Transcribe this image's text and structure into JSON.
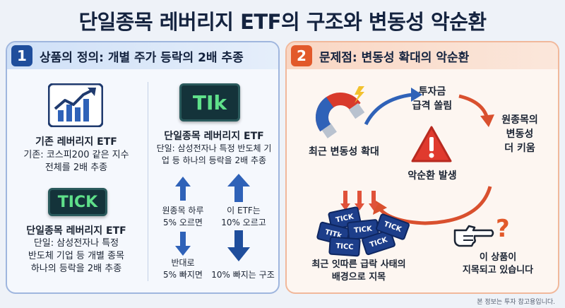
{
  "title": "단일종목 레버리지 ETF의 구조와 변동성 악순환",
  "left_panel": {
    "number": "1",
    "heading": "상품의 정의: 개별 주가 등락의 2배 추종",
    "existing": {
      "title": "기존 레버리지 ETF",
      "desc_line1": "기존: 코스피200 같은 지수",
      "desc_line2": "전체를 2배 추종"
    },
    "single_top": {
      "badge": "TIk",
      "title": "단일종목 레버리지 ETF",
      "desc_line1": "단일: 삼성전자나 특정 반도체 기",
      "desc_line2": "업 등 하나의 등락을 2배 추종"
    },
    "single_bottom": {
      "badge": "TICK",
      "title": "단일종목 레버리지 ETF",
      "desc_line1": "단일: 삼성전자나 특정",
      "desc_line2": "반도체 기업 등 개별 종목",
      "desc_line3": "하나의 등락을 2배 추종"
    },
    "mechanism": {
      "up_left_line1": "원종목 하루",
      "up_left_line2": "5% 오르면",
      "up_right_line1": "이 ETF는",
      "up_right_line2": "10% 오르고",
      "down_left_line1": "반대로",
      "down_left_line2": "5% 빠지면",
      "down_right": "10% 빠지는 구조"
    }
  },
  "right_panel": {
    "number": "2",
    "heading": "문제점: 변동성 확대의 악순환",
    "cycle": {
      "volatility": "최근 변동성 확대",
      "inflow_line1": "투자금",
      "inflow_line2": "급격 쏠림",
      "amplify_line1": "원종목의",
      "amplify_line2": "변동성",
      "amplify_line3": "더 키움",
      "center": "악순환 발생"
    },
    "cause_line1": "최근 잇따른 급락 사태의",
    "cause_line2": "배경으로 지목",
    "tickets": [
      "TICK",
      "TITk",
      "TICK",
      "TICC",
      "TICK",
      "TICK"
    ],
    "blame_line1": "이 상품이",
    "blame_line2": "지목되고 있습니다",
    "question": "?"
  },
  "footnote": "본 정보는 투자 참고용입니다.",
  "colors": {
    "navy": "#1f4e9c",
    "orange": "#e2592a",
    "arrow_blue": "#2f62b8",
    "ticker_green": "#5fe08a"
  },
  "icons": {
    "chart": "rising-bar-chart-icon",
    "magnet": "magnet-icon",
    "warning": "warning-triangle-icon",
    "pointing": "pointing-hand-icon"
  }
}
